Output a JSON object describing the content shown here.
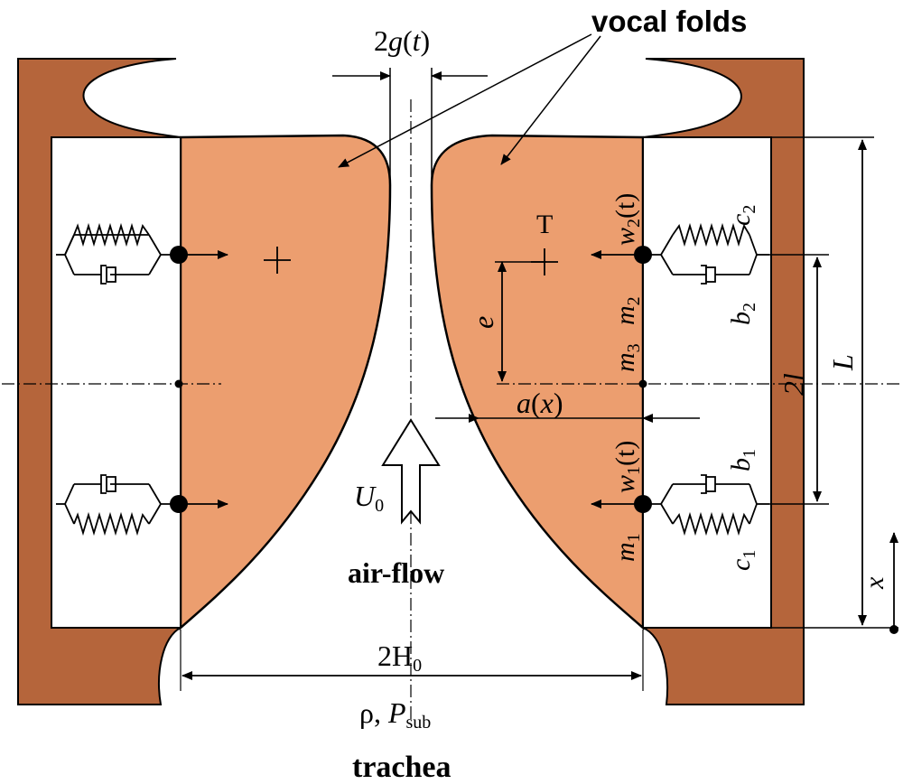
{
  "labels": {
    "gap": "2g(t)",
    "vocal_folds": "vocal folds",
    "centroid": "T",
    "ecc": "e",
    "a_x": "a(x)",
    "w1": "w",
    "w1_sub": "1",
    "w1_arg": "(t)",
    "w2": "w",
    "w2_sub": "2",
    "w2_arg": "(t)",
    "m1": "m",
    "m1_sub": "1",
    "m2": "m",
    "m2_sub": "2",
    "m3": "m",
    "m3_sub": "3",
    "c1": "c",
    "c1_sub": "1",
    "c2": "c",
    "c2_sub": "2",
    "b1": "b",
    "b1_sub": "1",
    "b2": "b",
    "b2_sub": "2",
    "two_l": "2l",
    "L": "L",
    "x_axis": "x",
    "U0": "U",
    "U0_sub": "0",
    "air_flow": "air-flow",
    "H0_pre": "2H",
    "H0_sub": "0",
    "rho": "ρ, ",
    "P": "P",
    "P_sub": "sub",
    "trachea": "trachea"
  },
  "colors": {
    "wall": "#b5653b",
    "fold": "#ec9e6f",
    "line": "#000000"
  }
}
